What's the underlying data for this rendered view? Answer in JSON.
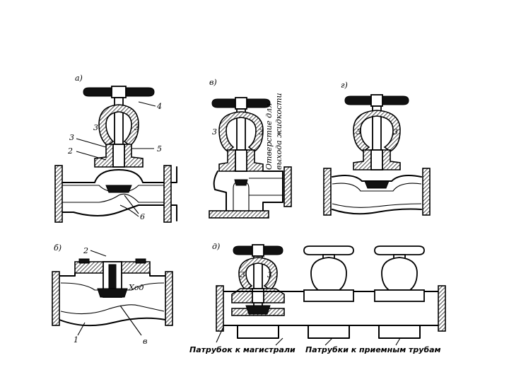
{
  "figures": {
    "a": {
      "letter": "а)",
      "numbers": [
        "4",
        "3",
        "2",
        "5",
        "6"
      ]
    },
    "b": {
      "letter": "б)",
      "numbers": [
        "2",
        "1",
        "в"
      ],
      "stroke_note": "Ход"
    },
    "v": {
      "letter": "в)",
      "vertical_note": [
        "Отверстие для",
        "выхода жидкости"
      ]
    },
    "g": {
      "letter": "г)"
    },
    "d": {
      "letter": "д)",
      "caption_main": "Патрубок к магистрали",
      "caption_branches": "Патрубки к приемным трубам"
    }
  }
}
